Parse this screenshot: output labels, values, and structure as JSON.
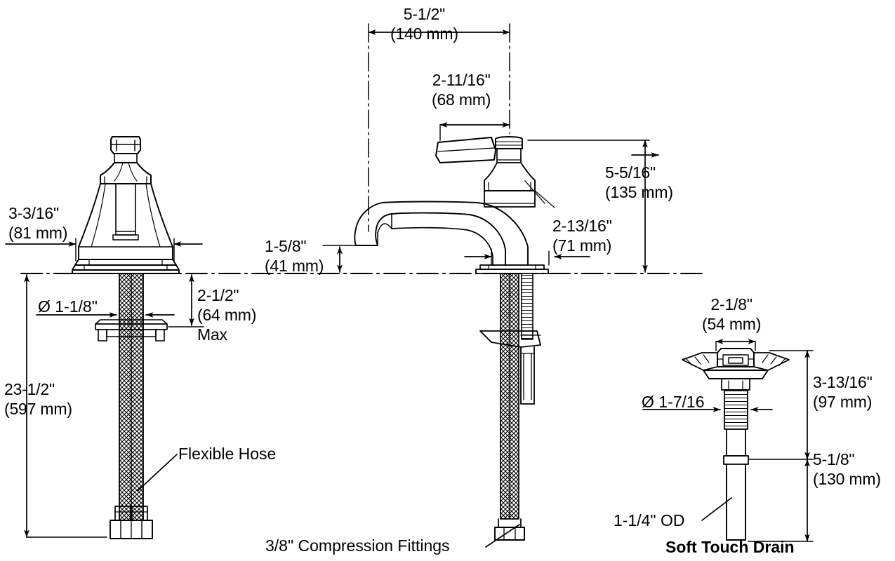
{
  "document": {
    "type": "plumbing-installation-dimension-drawing",
    "subject": "Widespread bathroom sink faucet with flexible hoses and Soft Touch Drain",
    "units": "inches and millimeters",
    "line_color": "#000000",
    "background_color": "#ffffff"
  },
  "dimensions": {
    "spout_to_centerline": {
      "imperial": "5-1/2\"",
      "metric": "(140 mm)"
    },
    "handle_offset": {
      "imperial": "2-11/16\"",
      "metric": "(68 mm)"
    },
    "valve_base_width": {
      "imperial": "3-3/16\"",
      "metric": "(81 mm)"
    },
    "handle_height_above_deck": {
      "imperial": "5-5/16\"",
      "metric": "(135 mm)"
    },
    "spout_body_width": {
      "imperial": "2-13/16\"",
      "metric": "(71 mm)"
    },
    "spout_clearance": {
      "imperial": "1-5/8\"",
      "metric": "(41 mm)"
    },
    "deck_thickness_max": {
      "imperial": "2-1/2\"",
      "metric": "(64 mm)",
      "qualifier": "Max"
    },
    "hose_length": {
      "imperial": "23-1/2\"",
      "metric": "(597 mm)"
    },
    "shank_hole_diameter": {
      "imperial": "Ø 1-1/8\""
    },
    "drain_flange_width": {
      "imperial": "2-1/8\"",
      "metric": "(54 mm)"
    },
    "drain_upper_height": {
      "imperial": "3-13/16\"",
      "metric": "(97 mm)"
    },
    "drain_lower_height": {
      "imperial": "5-1/8\"",
      "metric": "(130 mm)"
    },
    "drain_thread_diameter": {
      "imperial": "Ø 1-7/16"
    },
    "drain_tailpiece_od": {
      "imperial": "1-1/4\" OD"
    }
  },
  "callouts": {
    "flexible_hose": "Flexible Hose",
    "compression_fittings": "3/8\" Compression Fittings",
    "tailpiece_od": "1-1/4\" OD",
    "drain_title": "Soft Touch Drain",
    "shank_diameter": "Ø 1-1/8\"",
    "drain_diameter": "Ø 1-7/16"
  },
  "labels": {
    "top_width": {
      "line1": "5-1/2\"",
      "line2": "(140 mm)"
    },
    "handle_offset": {
      "line1": "2-11/16\"",
      "line2": "(68 mm)"
    },
    "valve_width": {
      "line1": "3-3/16\"",
      "line2": "(81 mm)"
    },
    "handle_height": {
      "line1": "5-5/16\"",
      "line2": "(135 mm)"
    },
    "body_width": {
      "line1": "2-13/16\"",
      "line2": "(71 mm)"
    },
    "spout_clearance": {
      "line1": "1-5/8\"",
      "line2": "(41 mm)"
    },
    "deck_max": {
      "line1": "2-1/2\"",
      "line2": "(64 mm)",
      "line3": "Max"
    },
    "hose_length": {
      "line1": "23-1/2\"",
      "line2": "(597 mm)"
    },
    "drain_width": {
      "line1": "2-1/8\"",
      "line2": "(54 mm)"
    },
    "drain_upper": {
      "line1": "3-13/16\"",
      "line2": "(97 mm)"
    },
    "drain_lower": {
      "line1": "5-1/8\"",
      "line2": "(130 mm)"
    }
  }
}
